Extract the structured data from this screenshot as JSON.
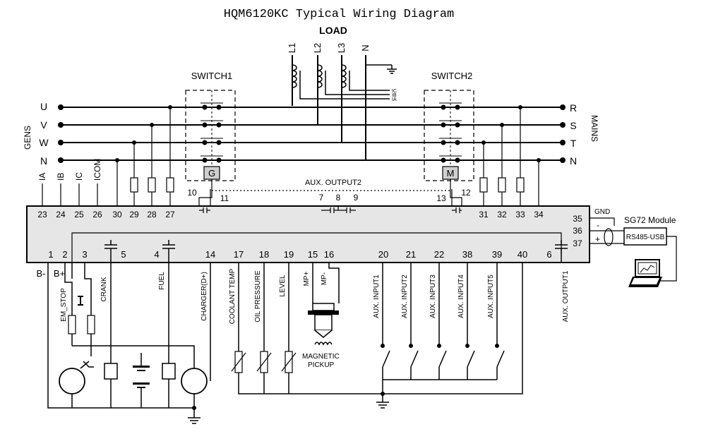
{
  "title": "HQM6120KC Typical Wiring Diagram",
  "load": {
    "label": "LOAD",
    "phases": [
      "L1",
      "L2",
      "L3",
      "N"
    ],
    "ct_labels": [
      "IC",
      "IB",
      "IA"
    ]
  },
  "switches": {
    "switch1": "SWITCH1",
    "switch2": "SWITCH2",
    "switch1_badge": "G",
    "switch2_badge": "M"
  },
  "gens": {
    "label": "GENS",
    "lines": [
      "U",
      "V",
      "W",
      "N"
    ]
  },
  "mains": {
    "label": "MAINS",
    "lines": [
      "R",
      "S",
      "T",
      "N"
    ]
  },
  "ct_inputs": [
    "IA",
    "IB",
    "IC",
    "ICOM"
  ],
  "terminals_top": [
    "23",
    "24",
    "25",
    "26",
    "30",
    "29",
    "28",
    "27",
    "31",
    "32",
    "33",
    "34"
  ],
  "terminals_right": [
    "35",
    "36",
    "37"
  ],
  "terminals_bottom": [
    "1",
    "2",
    "3",
    "5",
    "4",
    "14",
    "17",
    "18",
    "19",
    "15",
    "16",
    "20",
    "21",
    "22",
    "38",
    "39",
    "40",
    "6"
  ],
  "relay_outputs": {
    "aux_output2": "AUX. OUTPUT2",
    "pins": [
      "10",
      "11",
      "7",
      "8",
      "9",
      "13",
      "12"
    ]
  },
  "comm": {
    "gnd": "GND",
    "minus": "-",
    "plus": "+",
    "module": "SG72 Module",
    "converter": "RS485-USB"
  },
  "bottom_labels": {
    "b_minus": "B-",
    "b_plus": "B+",
    "em_stop": "EM_STOP",
    "crank": "CRANK",
    "fuel": "FUEL",
    "charger": "CHARGER(D+)",
    "coolant": "COOLANT TEMP",
    "oil": "OIL PRESSURE",
    "level": "LEVEL",
    "mp_plus": "MP+",
    "mp_minus": "MP-",
    "magnetic": "MAGNETIC",
    "pickup": "PICKUP",
    "aux_inputs": [
      "AUX. INPUT1",
      "AUX. INPUT2",
      "AUX. INPUT3",
      "AUX. INPUT4",
      "AUX. INPUT5"
    ],
    "aux_output1": "AUX. OUTPUT1"
  },
  "colors": {
    "line": "#000000",
    "controller_fill": "#e6e6e6"
  }
}
